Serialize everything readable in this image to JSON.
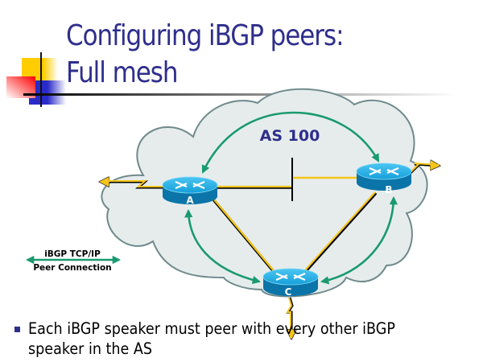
{
  "slide": {
    "title_line1": "Configuring iBGP peers:",
    "title_line2": "Full mesh",
    "bullets": [
      {
        "line1": "Each iBGP speaker must peer with every other iBGP",
        "line2": "speaker in the AS"
      }
    ]
  },
  "diagram": {
    "as_label": "AS 100",
    "routers": [
      {
        "id": "A",
        "label": "A"
      },
      {
        "id": "B",
        "label": "B"
      },
      {
        "id": "C",
        "label": "C"
      }
    ],
    "legend": {
      "line1": "iBGP TCP/IP",
      "line2": "Peer Connection"
    },
    "colors": {
      "title": "#2e2e8c",
      "peer_connection": "#1a9a6e",
      "physical_link": "#f5c518",
      "cloud_fill": "#e6ecec",
      "cloud_stroke": "#708a8c",
      "router_top": "#1ea6e0",
      "router_side": "#0b74a8"
    }
  }
}
